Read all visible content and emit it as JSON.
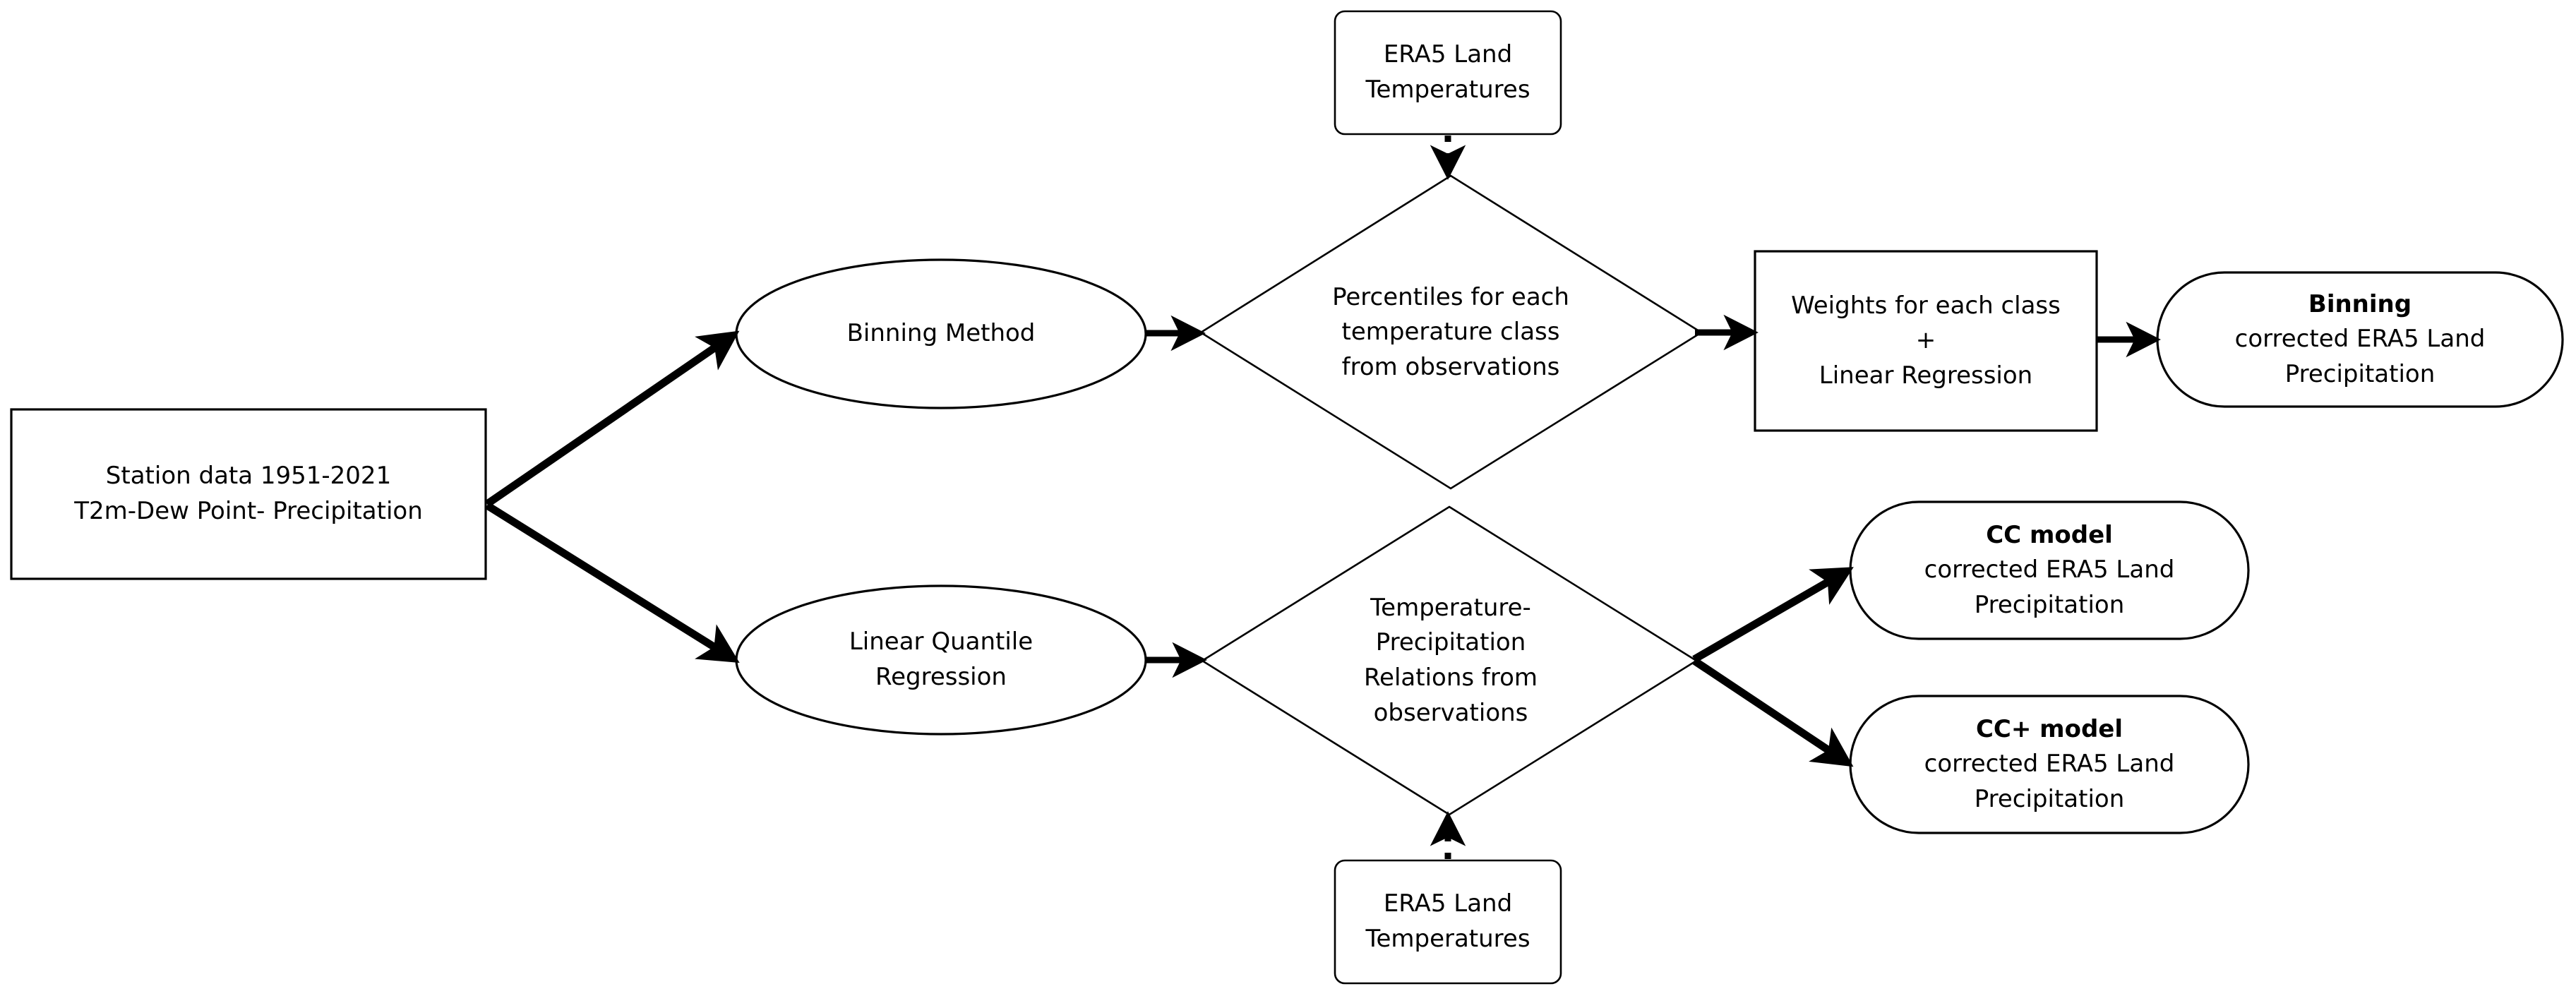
{
  "diagram": {
    "title": "ERA5 Land precipitation bias correction workflow",
    "background_color": "#ffffff",
    "line_color": "#000000",
    "text_color": "#000000"
  },
  "nodes": {
    "station_data": {
      "shape": "rectangle",
      "lines": [
        "Station data 1951-2021",
        "T2m-Dew Point- Precipitation"
      ]
    },
    "era5_top": {
      "shape": "rounded-rectangle",
      "lines": [
        "ERA5 Land",
        "Temperatures"
      ]
    },
    "era5_bottom": {
      "shape": "rounded-rectangle",
      "lines": [
        "ERA5 Land",
        "Temperatures"
      ]
    },
    "binning_method": {
      "shape": "ellipse",
      "lines": [
        "Binning Method"
      ]
    },
    "linear_quantile_regression": {
      "shape": "ellipse",
      "lines": [
        "Linear Quantile",
        "Regression"
      ]
    },
    "percentiles_diamond": {
      "shape": "diamond",
      "lines": [
        "Percentiles for each",
        "temperature class",
        "from observations"
      ]
    },
    "relations_diamond": {
      "shape": "diamond",
      "lines": [
        "Temperature-",
        "Precipitation",
        "Relations from",
        "observations"
      ]
    },
    "weights_regression": {
      "shape": "rectangle",
      "lines": [
        "Weights for each class",
        "+",
        "Linear Regression"
      ]
    },
    "binning_output": {
      "shape": "stadium",
      "lines": [
        "Binning",
        "corrected ERA5 Land",
        "Precipitation"
      ],
      "bold_lines": [
        0
      ]
    },
    "cc_model_output": {
      "shape": "stadium",
      "lines": [
        "CC model",
        "corrected ERA5 Land",
        "Precipitation"
      ],
      "bold_lines": [
        0
      ]
    },
    "cc_plus_model_output": {
      "shape": "stadium",
      "lines": [
        "CC+ model",
        "corrected ERA5 Land",
        "Precipitation"
      ],
      "bold_lines": [
        0
      ]
    }
  },
  "edges": [
    {
      "id": "station-to-binning",
      "from": "station_data",
      "to": "binning_method",
      "style": "solid-thick",
      "arrow": "end"
    },
    {
      "id": "station-to-lqr",
      "from": "station_data",
      "to": "linear_quantile_regression",
      "style": "solid-thick",
      "arrow": "end"
    },
    {
      "id": "binning-to-percentiles",
      "from": "binning_method",
      "to": "percentiles_diamond",
      "style": "solid",
      "arrow": "end"
    },
    {
      "id": "lqr-to-relations",
      "from": "linear_quantile_regression",
      "to": "relations_diamond",
      "style": "solid",
      "arrow": "end"
    },
    {
      "id": "era5top-to-percentiles",
      "from": "era5_top",
      "to": "percentiles_diamond",
      "style": "dotted",
      "arrow": "end"
    },
    {
      "id": "era5bottom-to-relations",
      "from": "era5_bottom",
      "to": "relations_diamond",
      "style": "dotted",
      "arrow": "end"
    },
    {
      "id": "percentiles-to-weights",
      "from": "percentiles_diamond",
      "to": "weights_regression",
      "style": "solid",
      "arrow": "end"
    },
    {
      "id": "weights-to-binning-output",
      "from": "weights_regression",
      "to": "binning_output",
      "style": "solid",
      "arrow": "end"
    },
    {
      "id": "relations-to-cc",
      "from": "relations_diamond",
      "to": "cc_model_output",
      "style": "solid-thick",
      "arrow": "end"
    },
    {
      "id": "relations-to-ccplus",
      "from": "relations_diamond",
      "to": "cc_plus_model_output",
      "style": "solid-thick",
      "arrow": "end"
    }
  ]
}
